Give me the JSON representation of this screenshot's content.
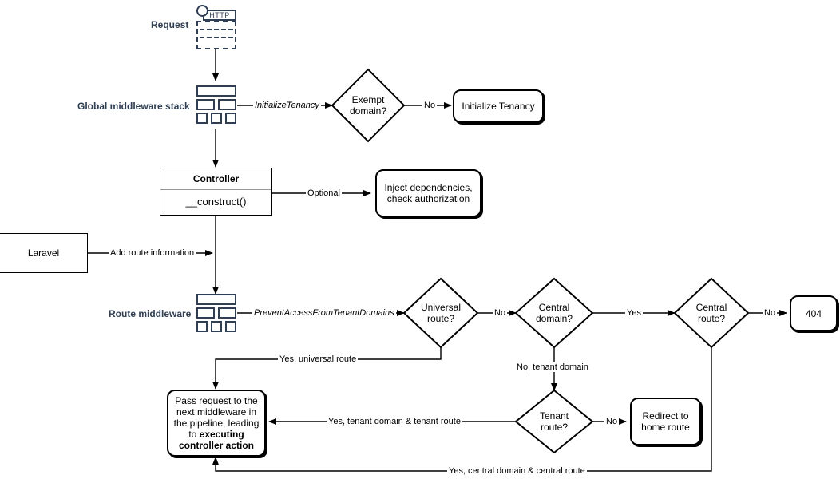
{
  "diagram": {
    "title": "Laravel multi-tenancy request lifecycle flowchart",
    "side_labels": {
      "request": "Request",
      "global_middleware": "Global middleware stack",
      "route_middleware": "Route middleware"
    },
    "icons": {
      "http_request": "http-request-icon",
      "http_label": "HTTP",
      "global_stack": "middleware-stack-icon",
      "route_stack": "middleware-stack-icon"
    },
    "nodes": {
      "exempt_domain": "Exempt\ndomain?",
      "exempt_domain_l1": "Exempt",
      "exempt_domain_l2": "domain?",
      "initialize_tenancy": "Initialize Tenancy",
      "controller_title": "Controller",
      "controller_method": "__construct()",
      "inject_dependencies_l1": "Inject dependencies,",
      "inject_dependencies_l2": "check authorization",
      "laravel": "Laravel",
      "universal_route_l1": "Universal",
      "universal_route_l2": "route?",
      "central_domain_l1": "Central",
      "central_domain_l2": "domain?",
      "central_route_l1": "Central",
      "central_route_l2": "route?",
      "not_found": "404",
      "tenant_route_l1": "Tenant",
      "tenant_route_l2": "route?",
      "redirect_home_l1": "Redirect to",
      "redirect_home_l2": "home route",
      "pass_request_plain_1": "Pass request to the",
      "pass_request_plain_2": "next middleware in",
      "pass_request_plain_3": "the pipeline, leading",
      "pass_request_plain_4": "to ",
      "pass_request_bold_1": "executing",
      "pass_request_bold_2": "controller action"
    },
    "edges": {
      "initialize_tenancy_mw": "InitializeTenancy",
      "exempt_no": "No",
      "optional": "Optional",
      "add_route_information": "Add route information",
      "prevent_access": "PreventAccessFromTenantDomains",
      "universal_no": "No",
      "central_domain_yes": "Yes",
      "central_route_no": "No",
      "yes_universal_route": "Yes, universal route",
      "no_tenant_domain": "No, tenant domain",
      "tenant_route_no": "No",
      "yes_tenant_domain_tenant_route": "Yes, tenant domain & tenant route",
      "yes_central_domain_central_route": "Yes, central domain & central route"
    },
    "colors": {
      "icon_navy": "#2F3E52",
      "stroke_black": "#000000",
      "background": "#ffffff",
      "uml_divider": "#999999"
    }
  }
}
